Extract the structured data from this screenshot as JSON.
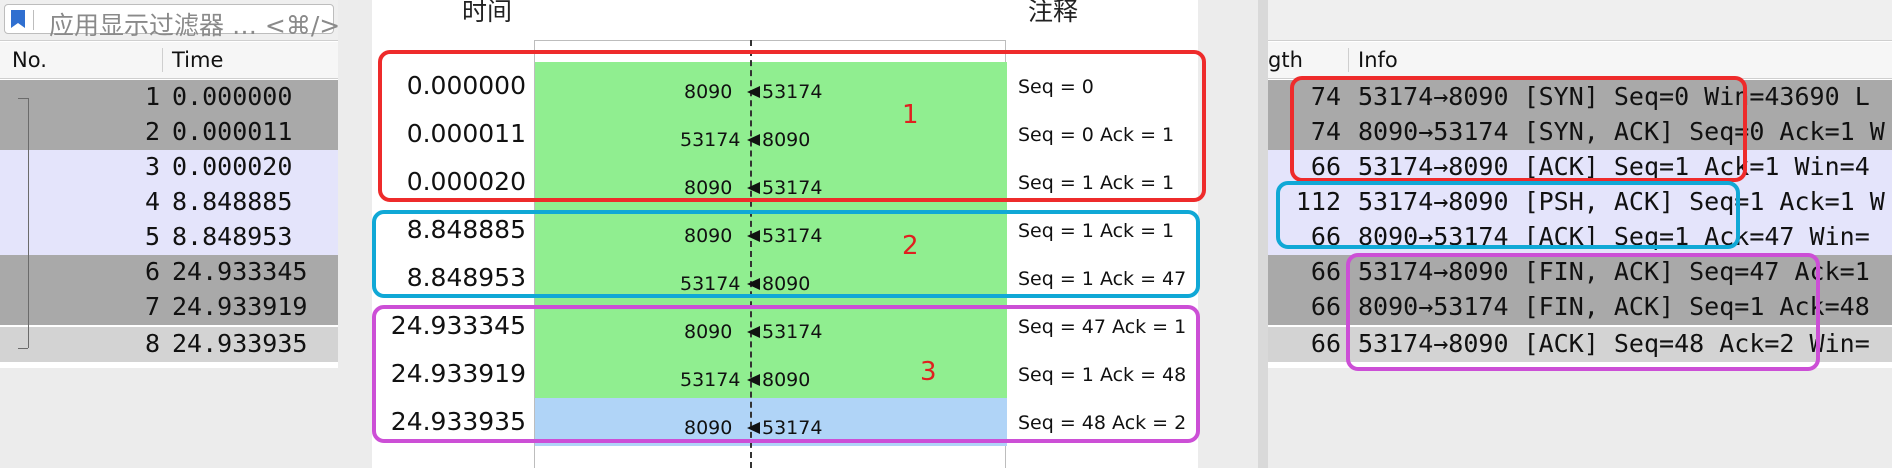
{
  "filter": {
    "placeholder": "应用显示过滤器 … <⌘/>"
  },
  "columns": {
    "no": "No.",
    "time": "Time",
    "length": "gth",
    "info": "Info"
  },
  "packets": [
    {
      "no": "1",
      "time": "0.000000",
      "length": "74",
      "info": "53174→8090 [SYN] Seq=0 Win=43690 L"
    },
    {
      "no": "2",
      "time": "0.000011",
      "length": "74",
      "info": "8090→53174 [SYN, ACK] Seq=0 Ack=1 W"
    },
    {
      "no": "3",
      "time": "0.000020",
      "length": "66",
      "info": "53174→8090 [ACK] Seq=1 Ack=1 Win=4"
    },
    {
      "no": "4",
      "time": "8.848885",
      "length": "112",
      "info": "53174→8090 [PSH, ACK] Seq=1 Ack=1 W"
    },
    {
      "no": "5",
      "time": "8.848953",
      "length": "66",
      "info": "8090→53174 [ACK] Seq=1 Ack=47 Win="
    },
    {
      "no": "6",
      "time": "24.933345",
      "length": "66",
      "info": "53174→8090 [FIN, ACK] Seq=47 Ack=1"
    },
    {
      "no": "7",
      "time": "24.933919",
      "length": "66",
      "info": "8090→53174 [FIN, ACK] Seq=1 Ack=48"
    },
    {
      "no": "8",
      "time": "24.933935",
      "length": "66",
      "info": "53174→8090 [ACK] Seq=48 Ack=2 Win="
    }
  ],
  "flow": {
    "headers": {
      "time": "时间",
      "comment": "注释"
    },
    "rows": [
      {
        "time": "0.000000",
        "left_port": "8090",
        "right_port": "53174",
        "note": "Seq = 0"
      },
      {
        "time": "0.000011",
        "left_port": "53174",
        "right_port": "8090",
        "note": "Seq = 0 Ack = 1"
      },
      {
        "time": "0.000020",
        "left_port": "8090",
        "right_port": "53174",
        "note": "Seq = 1 Ack = 1"
      },
      {
        "time": "8.848885",
        "left_port": "8090",
        "right_port": "53174",
        "note": "Seq = 1 Ack = 1"
      },
      {
        "time": "8.848953",
        "left_port": "53174",
        "right_port": "8090",
        "note": "Seq = 1 Ack = 47"
      },
      {
        "time": "24.933345",
        "left_port": "8090",
        "right_port": "53174",
        "note": "Seq = 47 Ack = 1"
      },
      {
        "time": "24.933919",
        "left_port": "53174",
        "right_port": "8090",
        "note": "Seq = 1 Ack = 48"
      },
      {
        "time": "24.933935",
        "left_port": "8090",
        "right_port": "53174",
        "note": "Seq = 48 Ack = 2"
      }
    ],
    "groups": [
      "1",
      "2",
      "3"
    ]
  },
  "colors": {
    "group1": "#ee2b2b",
    "group2": "#10a8d6",
    "group3": "#cc4fd6",
    "selected_row": "#90ee90",
    "last_row": "#b0d4f7"
  }
}
